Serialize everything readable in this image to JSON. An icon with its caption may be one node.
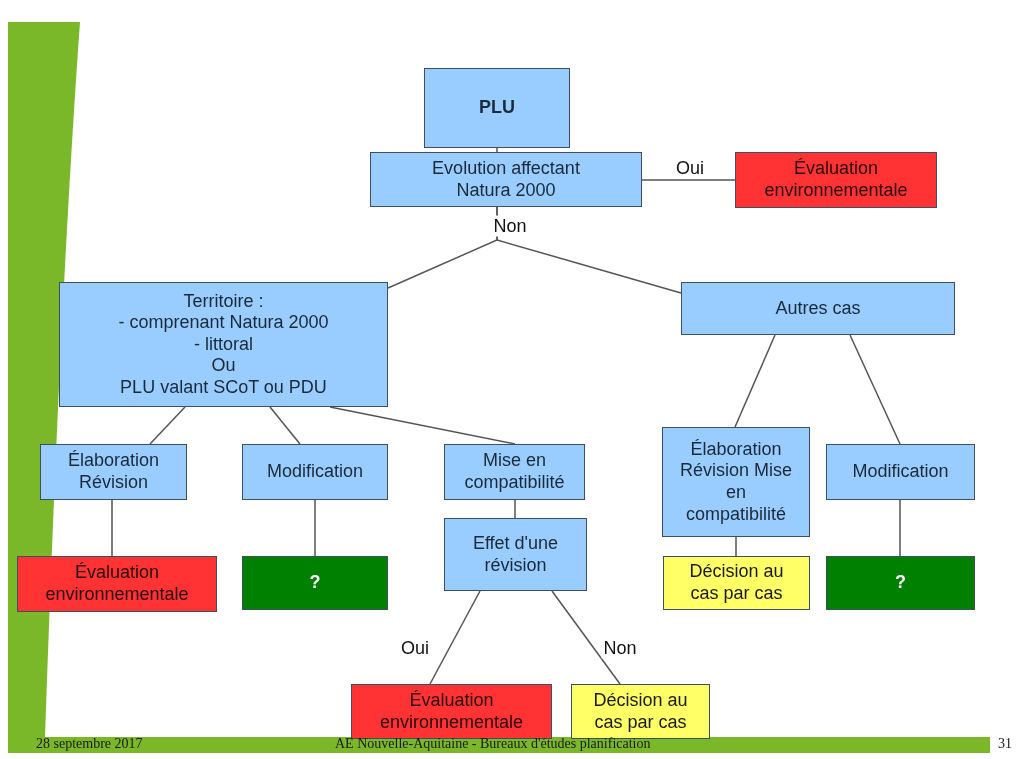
{
  "diagram": {
    "nodes": [
      {
        "text": [
          "PLU"
        ]
      },
      {
        "text": [
          "Evolution affectant Natura 2000"
        ]
      },
      {
        "text": [
          "Évaluation environnementale"
        ]
      },
      {
        "text": [
          "Territoire :",
          "- comprenant Natura 2000",
          "- littoral",
          "Ou",
          "PLU valant SCoT ou PDU"
        ]
      },
      {
        "text": [
          "Autres cas"
        ]
      },
      {
        "text": [
          "Élaboration Révision"
        ]
      },
      {
        "text": [
          "Modification"
        ]
      },
      {
        "text": [
          "Mise en compatibilité"
        ]
      },
      {
        "text": [
          "Élaboration Révision Mise en compatibilité"
        ]
      },
      {
        "text": [
          "Modification"
        ]
      },
      {
        "text": [
          "Évaluation environnementale"
        ]
      },
      {
        "text": [
          "?"
        ]
      },
      {
        "text": [
          "Effet d'une révision"
        ]
      },
      {
        "text": [
          "Décision au cas par cas"
        ]
      },
      {
        "text": [
          "?"
        ]
      },
      {
        "text": [
          "Évaluation environnementale"
        ]
      },
      {
        "text": [
          "Décision au cas par cas"
        ]
      }
    ],
    "edges": [
      {
        "from": 0,
        "to": 1,
        "arrow": "none"
      },
      {
        "from": 1,
        "to": 2,
        "arrow": "none",
        "label": "Oui"
      },
      {
        "from": 1,
        "to": 3,
        "arrow": "none",
        "label": "Non"
      },
      {
        "from": 1,
        "to": 4,
        "arrow": "none"
      },
      {
        "from": 3,
        "to": 5,
        "arrow": "none"
      },
      {
        "from": 3,
        "to": 6,
        "arrow": "none"
      },
      {
        "from": 3,
        "to": 7,
        "arrow": "none"
      },
      {
        "from": 4,
        "to": 8,
        "arrow": "none"
      },
      {
        "from": 4,
        "to": 9,
        "arrow": "none"
      },
      {
        "from": 5,
        "to": 10,
        "arrow": "none"
      },
      {
        "from": 6,
        "to": 11,
        "arrow": "none"
      },
      {
        "from": 7,
        "to": 12,
        "arrow": "none"
      },
      {
        "from": 8,
        "to": 13,
        "arrow": "none"
      },
      {
        "from": 9,
        "to": 14,
        "arrow": "none"
      },
      {
        "from": 12,
        "to": 15,
        "arrow": "none",
        "label": "Oui"
      },
      {
        "from": 12,
        "to": 16,
        "arrow": "none",
        "label": "Non"
      }
    ],
    "labels": [
      "28 septembre 2017",
      "AE Nouvelle-Aquitaine - Bureaux d'études planification",
      "31"
    ]
  }
}
